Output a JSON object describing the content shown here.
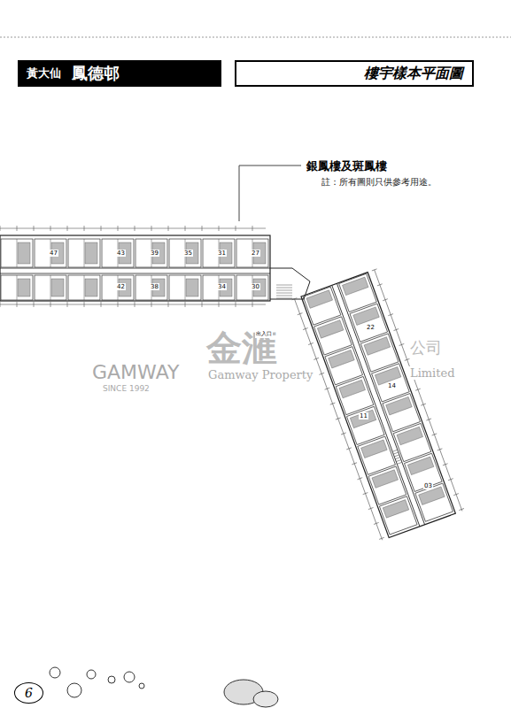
{
  "diagram": {
    "nodes": [
      {
        "text": [
          "黃大仙",
          "鳳德邨"
        ]
      },
      {
        "text": [
          "樓宇樣本平面圖"
        ]
      },
      {
        "text": [
          "6"
        ]
      }
    ],
    "labels": [
      "銀鳳樓及斑鳳樓",
      "註：所有圖則只供參考用途。",
      "GAMWAY",
      "SINCE 1992",
      "金滙",
      "公司",
      "Gamway Property",
      "Limited",
      "47",
      "43",
      "39",
      "35",
      "31",
      "27",
      "42",
      "38",
      "34",
      "30",
      "出入口",
      "22",
      "14",
      "11",
      "03"
    ]
  }
}
